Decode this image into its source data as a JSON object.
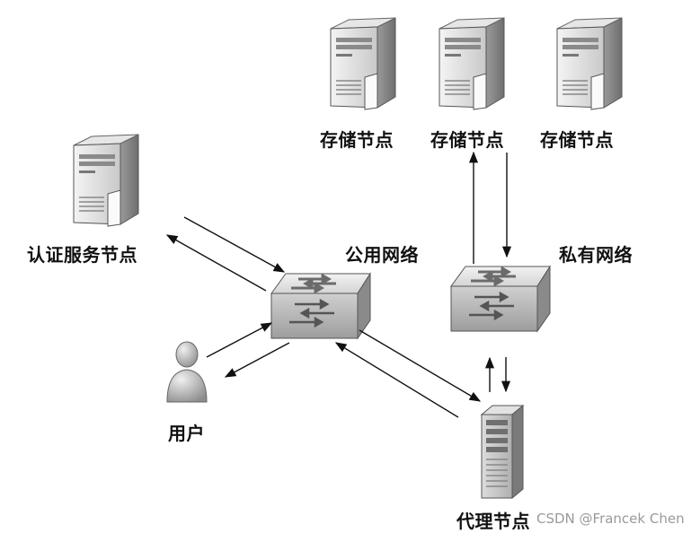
{
  "labels": {
    "storage_node_1": "存储节点",
    "storage_node_2": "存储节点",
    "storage_node_3": "存储节点",
    "auth_node": "认证服务节点",
    "public_network": "公用网络",
    "private_network": "私有网络",
    "user": "用户",
    "proxy_node": "代理节点"
  },
  "watermark": "CSDN @Francek Chen",
  "icons": {
    "storage_node_1": "server-tower-icon",
    "storage_node_2": "server-tower-icon",
    "storage_node_3": "server-tower-icon",
    "auth_node": "server-tower-icon",
    "public_switch": "network-switch-icon",
    "private_switch": "network-switch-icon",
    "user": "person-icon",
    "proxy_node": "rack-server-icon"
  }
}
